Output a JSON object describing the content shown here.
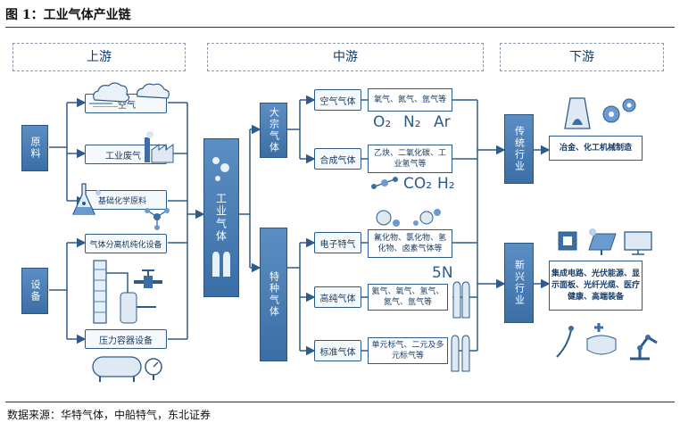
{
  "figure": {
    "title": "图 1：工业气体产业链",
    "source": "数据来源：华特气体，中船特气，东北证券"
  },
  "stages": {
    "upstream": "上游",
    "midstream": "中游",
    "downstream": "下游"
  },
  "upstream": {
    "raw_materials": "原料",
    "equipment": "设备",
    "items": {
      "air": "空气",
      "waste_gas": "工业废气",
      "chemicals": "基础化学原料",
      "separation": "气体分离机纯化设备",
      "pressure": "压力容器设备"
    }
  },
  "midstream": {
    "industrial_gas": "工业气体",
    "bulk_gas": "大宗气体",
    "special_gas": "特种气体",
    "categories": {
      "air_gas": "空气气体",
      "synthetic_gas": "合成气体",
      "electronic_gas": "电子特气",
      "high_purity": "高纯气体",
      "standard_gas": "标准气体"
    },
    "details": {
      "air_gas": "氧气、氮气、氩气等",
      "synthetic_gas": "乙炔、二氧化碳、工业氢气等",
      "electronic_gas": "氟化物、氯化物、氢化物、卤素气体等",
      "high_purity": "氦气、氧气、氢气、氮气、氩气等",
      "standard_gas": "单元标气、二元及多元标气等"
    },
    "formulas": {
      "o2": "O₂",
      "n2": "N₂",
      "ar": "Ar",
      "co2": "CO₂",
      "h2": "H₂",
      "purity": "5N"
    }
  },
  "downstream": {
    "traditional": "传统行业",
    "emerging": "新兴行业",
    "traditional_detail": "冶金、化工机械制造",
    "emerging_detail": "集成电路、光伏能源、显示面板、光纤光缆、医疗健康、高端装备"
  },
  "colors": {
    "accent": "#3a6ea5",
    "line": "#2d5b8a"
  },
  "icons": [
    "cloud-icon",
    "factory-icon",
    "flask-icon",
    "molecule-icon",
    "tower-icon",
    "valve-icon",
    "tank-icon",
    "gauge-icon",
    "cylinder-icon",
    "furnace-icon",
    "gears-icon",
    "chip-icon",
    "solar-panel-icon",
    "monitor-icon",
    "robot-arm-icon",
    "mask-icon",
    "fiber-icon"
  ]
}
